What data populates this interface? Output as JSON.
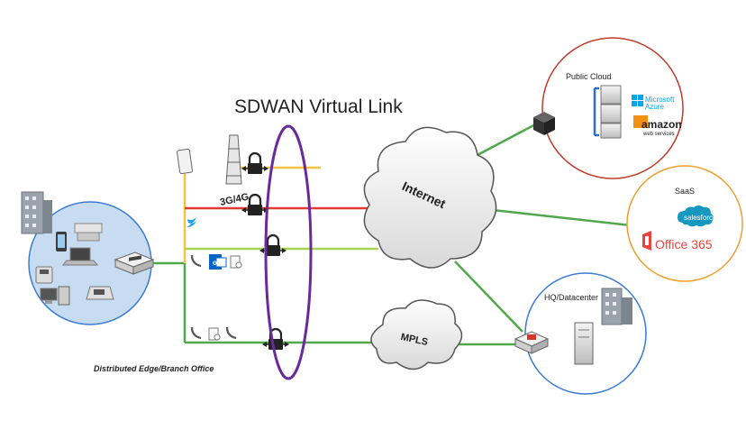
{
  "title": "SDWAN Virtual Link",
  "labels": {
    "cellular": "3G/4G",
    "branch": "Distributed Edge/Branch Office",
    "internet": "Internet",
    "mpls": "MPLS",
    "public_cloud": "Public Cloud",
    "saas": "SaaS",
    "hq": "HQ/Datacenter"
  },
  "brands": {
    "azure_1": "Microsoft",
    "azure_2": "Azure",
    "amazon_1": "amazon",
    "amazon_2": "web services",
    "salesforce": "salesforce",
    "office365": "Office 365"
  },
  "colors": {
    "cellular_link": "#f5c342",
    "internet_link": "#e23a2e",
    "green_link": "#4fa84a",
    "light_green_link": "#a4d44f",
    "virtual_link": "#6a2a9a",
    "public_cloud_ring": "#c0392b",
    "saas_ring": "#f0a030",
    "hq_ring": "#3a7bd5",
    "branch_fill": "#c7dcf0"
  }
}
